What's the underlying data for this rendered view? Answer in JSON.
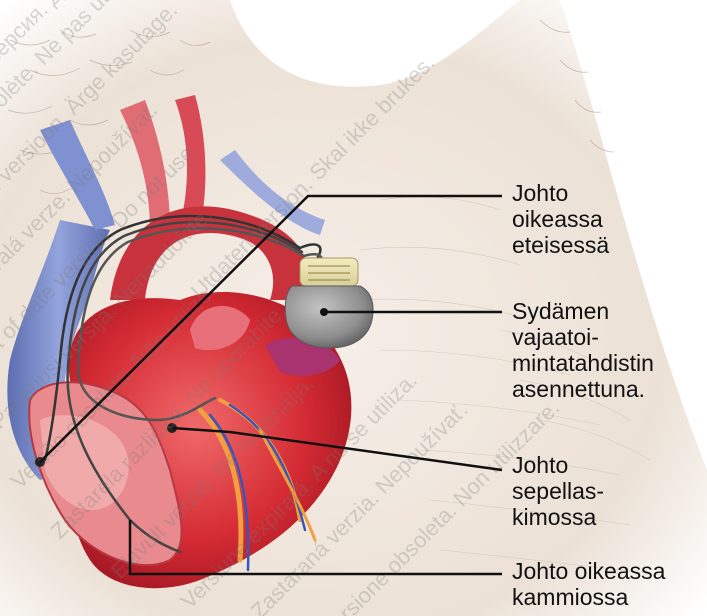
{
  "labels": {
    "atrium_lead": [
      "Johto",
      "oikeassa",
      "eteisessä"
    ],
    "device": [
      "Sydämen",
      "vajaatoi-",
      "mintatahdistin",
      "asennettuna."
    ],
    "sinus_lead": [
      "Johto",
      "sepellas-",
      "kimossa"
    ],
    "ventricle_lead": [
      "Johto oikeassa",
      "kammiossa"
    ]
  },
  "watermark": [
    "Остаряла версия. Да не се използва.",
    "Version obsolète. Ne pas utiliser.",
    "Aegunud versioon. Ärge kasutage.",
    "Zastaralá verze. Nepoužívat.",
    "Out of date version. Do not use.",
    "Pasenusi versija. Nenaudokite.",
    "Versão obsoleta. Não utilize.",
    "Zastarela različica. Ne uporabite.",
    "Elavult verzió. Ne használja.",
    "Versiune expirată. A nu se utiliza.",
    "Zastaraná verzia. Nepoužívať.",
    "Versione obsoleta. Non utilizzare.",
    "Utdatert versjon. Skal ikke brukes."
  ],
  "colors": {
    "leader_line": "#111111",
    "heart_red": "#d42a33",
    "vein_blue": "#6b7fc4",
    "device_grey": "#8d8d8d",
    "skin_bg": "#f2e9e1"
  }
}
